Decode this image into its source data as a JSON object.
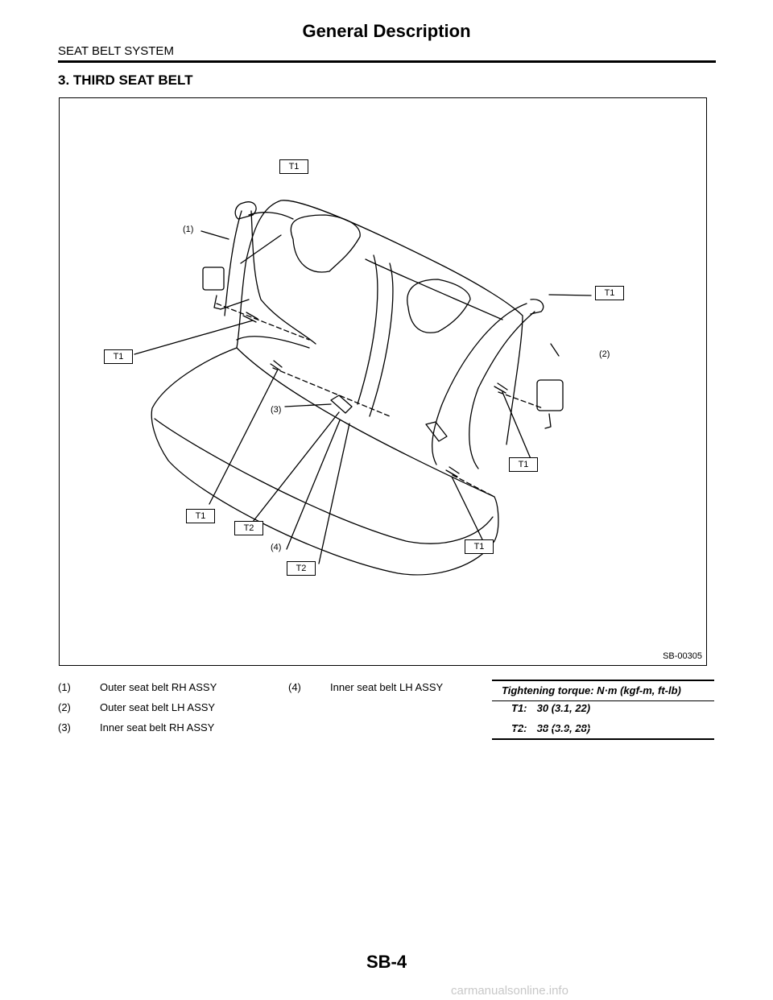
{
  "header": {
    "title": "General Description",
    "section": "SEAT BELT SYSTEM"
  },
  "heading": "3.  THIRD SEAT BELT",
  "figure": {
    "id": "SB-00305",
    "callouts": {
      "c1": "(1)",
      "c2": "(2)",
      "c3": "(3)",
      "c4": "(4)"
    },
    "torque_tags": {
      "t1_top": "T1",
      "t1_right": "T1",
      "t1_left": "T1",
      "t1_mid_right": "T1",
      "t1_bottom_left": "T1",
      "t2_left": "T2",
      "t1_bottom_right": "T1",
      "t2_bottom": "T2"
    }
  },
  "legend": [
    {
      "num": "(1)",
      "text": "Outer seat belt RH ASSY"
    },
    {
      "num": "(2)",
      "text": "Outer seat belt LH ASSY"
    },
    {
      "num": "(3)",
      "text": "Inner seat belt RH ASSY"
    },
    {
      "num": "(4)",
      "text": "Inner seat belt LH ASSY"
    }
  ],
  "torque": {
    "heading": "Tightening torque: N·m (kgf-m, ft-lb)",
    "rows": [
      {
        "key": "T1:",
        "value": "30 (3.1, 22)"
      },
      {
        "key": "T2:",
        "value": "38 (3.9, 28)"
      }
    ]
  },
  "footer": {
    "page": "SB-4",
    "watermark": "carmanualsonline.info"
  }
}
